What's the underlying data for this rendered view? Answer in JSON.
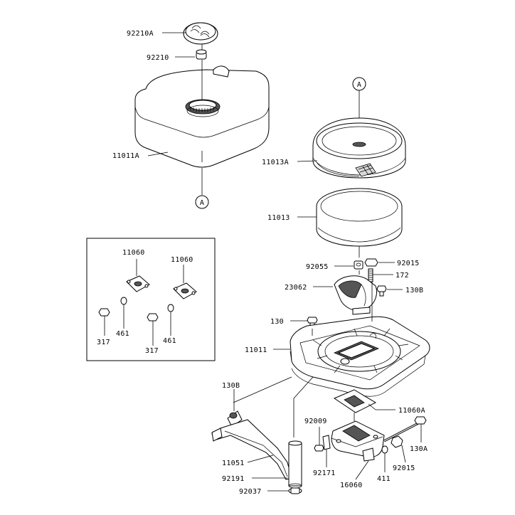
{
  "diagram": {
    "ref_marker": "A",
    "labels": {
      "p92210A": "92210A",
      "p92210": "92210",
      "p11011A": "11011A",
      "p11013A": "11013A",
      "p11013": "11013",
      "p92055": "92055",
      "p92015_top": "92015",
      "p172": "172",
      "p23062": "23062",
      "p130B_top": "130B",
      "p130": "130",
      "p11011": "11011",
      "p130B_left": "130B",
      "p11060A": "11060A",
      "p92009": "92009",
      "p130A": "130A",
      "p92015_bottom": "92015",
      "p11051": "11051",
      "p92171": "92171",
      "p411": "411",
      "p92191": "92191",
      "p16060": "16060",
      "p92037": "92037",
      "inset_11060_left": "11060",
      "inset_11060_right": "11060",
      "inset_317_left": "317",
      "inset_461_left": "461",
      "inset_317_mid": "317",
      "inset_461_right": "461"
    }
  }
}
